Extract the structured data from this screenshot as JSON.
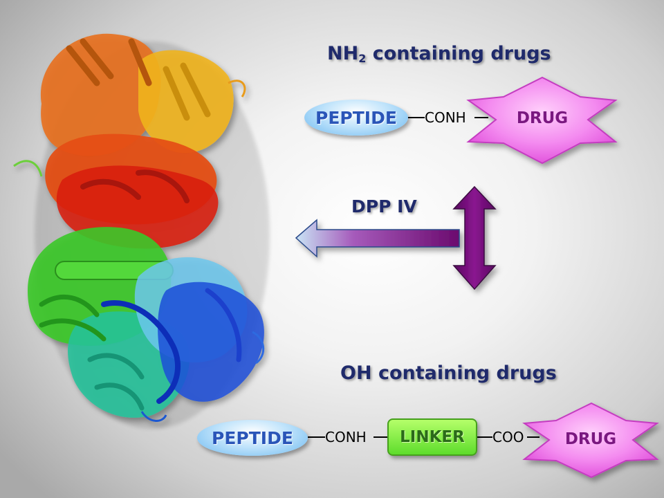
{
  "top": {
    "heading_prefix": "NH",
    "heading_sub": "2",
    "heading_suffix": " containing drugs",
    "peptide": "PEPTIDE",
    "bond": "CONH",
    "drug": "DRUG"
  },
  "middle": {
    "enzyme": "DPP IV"
  },
  "bottom": {
    "heading": "OH containing drugs",
    "peptide": "PEPTIDE",
    "bond1": "CONH",
    "linker": "LINKER",
    "bond2": "COO",
    "drug": "DRUG"
  },
  "colors": {
    "heading": "#1f2a6b",
    "peptide_text": "#2a55b8",
    "drug_fill": "#f47cf0",
    "linker_fill": "#6fe33a",
    "arrow_purple": "#6b0a6e"
  }
}
